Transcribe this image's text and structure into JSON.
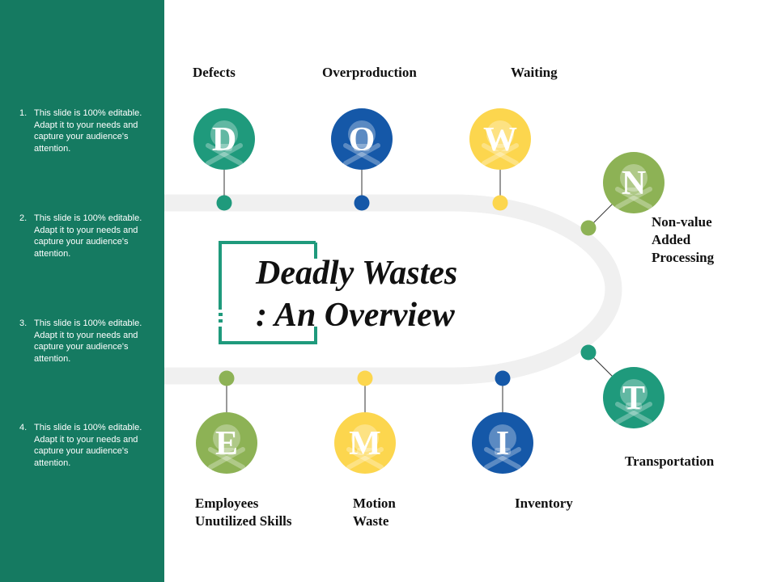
{
  "sidebar": {
    "notes": [
      {
        "num": "1.",
        "text": "This slide is 100% editable. Adapt it to your needs and capture your audience's attention."
      },
      {
        "num": "2.",
        "text": "This slide is 100% editable. Adapt it to your needs and capture your audience's attention."
      },
      {
        "num": "3.",
        "text": "This slide is 100% editable. Adapt it to your needs and capture your audience's attention."
      },
      {
        "num": "4.",
        "text": "This slide is 100% editable. Adapt it to your needs and capture your audience's attention."
      }
    ]
  },
  "title": {
    "line1": "Deadly Wastes",
    "line2": ": An Overview"
  },
  "wastes": [
    {
      "letter": "D",
      "label_lines": [
        "Defects"
      ],
      "color": "#1f9a7c",
      "icon": "skull-crossbones-icon"
    },
    {
      "letter": "O",
      "label_lines": [
        "Overproduction"
      ],
      "color": "#1558a8",
      "icon": "skull-crossbones-icon"
    },
    {
      "letter": "W",
      "label_lines": [
        "Waiting"
      ],
      "color": "#fcd64e",
      "icon": "skull-crossbones-icon"
    },
    {
      "letter": "N",
      "label_lines": [
        "Non-value",
        "Added",
        "Processing"
      ],
      "color": "#8db255",
      "icon": "skull-crossbones-icon"
    },
    {
      "letter": "T",
      "label_lines": [
        "Transportation"
      ],
      "color": "#1f9a7c",
      "icon": "skull-crossbones-icon"
    },
    {
      "letter": "I",
      "label_lines": [
        "Inventory"
      ],
      "color": "#1558a8",
      "icon": "skull-crossbones-icon"
    },
    {
      "letter": "M",
      "label_lines": [
        "Motion",
        "Waste"
      ],
      "color": "#fcd64e",
      "icon": "skull-crossbones-icon"
    },
    {
      "letter": "E",
      "label_lines": [
        "Employees",
        "Unutilized Skills"
      ],
      "color": "#8db255",
      "icon": "skull-crossbones-icon"
    }
  ],
  "colors": {
    "sidebar": "#157a61",
    "track": "#f0f0f0",
    "frame": "#1f9a7c"
  }
}
